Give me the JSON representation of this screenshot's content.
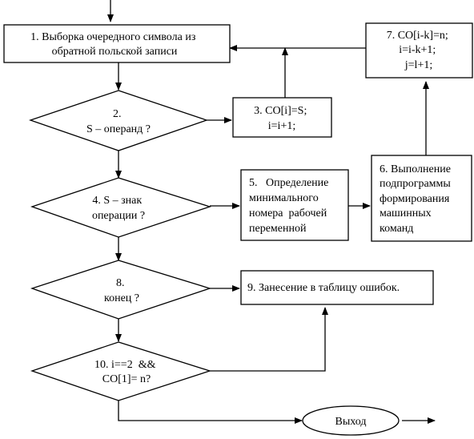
{
  "nodes": [
    {
      "id": "n1",
      "shape": "rect",
      "lines": [
        "1. Выборка очередного символа из",
        "обратной польской записи"
      ]
    },
    {
      "id": "n2",
      "shape": "diamond",
      "lines": [
        "2.",
        "S – операнд ?"
      ]
    },
    {
      "id": "n3",
      "shape": "rect",
      "lines": [
        "3. CO[i]=S;",
        "i=i+1;"
      ]
    },
    {
      "id": "n4",
      "shape": "diamond",
      "lines": [
        "4. S – знак",
        "операции ?"
      ]
    },
    {
      "id": "n5",
      "shape": "rect",
      "lines": [
        "5.   Определение",
        "минимального",
        "номера  рабочей",
        "переменной"
      ]
    },
    {
      "id": "n6",
      "shape": "rect",
      "lines": [
        "6. Выполнение",
        "подпрограммы",
        "формирования",
        "машинных",
        "команд"
      ]
    },
    {
      "id": "n7",
      "shape": "rect",
      "lines": [
        "7. CO[i-k]=n;",
        "i=i-k+1;",
        "j=l+1;"
      ]
    },
    {
      "id": "n8",
      "shape": "diamond",
      "lines": [
        "8.",
        "конец ?"
      ]
    },
    {
      "id": "n9",
      "shape": "rect",
      "lines": [
        "9. Занесение в таблицу ошибок."
      ]
    },
    {
      "id": "n10",
      "shape": "diamond",
      "lines": [
        "10. i==2  &&",
        "CO[1]= n?"
      ]
    },
    {
      "id": "n11",
      "shape": "ellipse",
      "lines": [
        "Выход"
      ]
    }
  ]
}
